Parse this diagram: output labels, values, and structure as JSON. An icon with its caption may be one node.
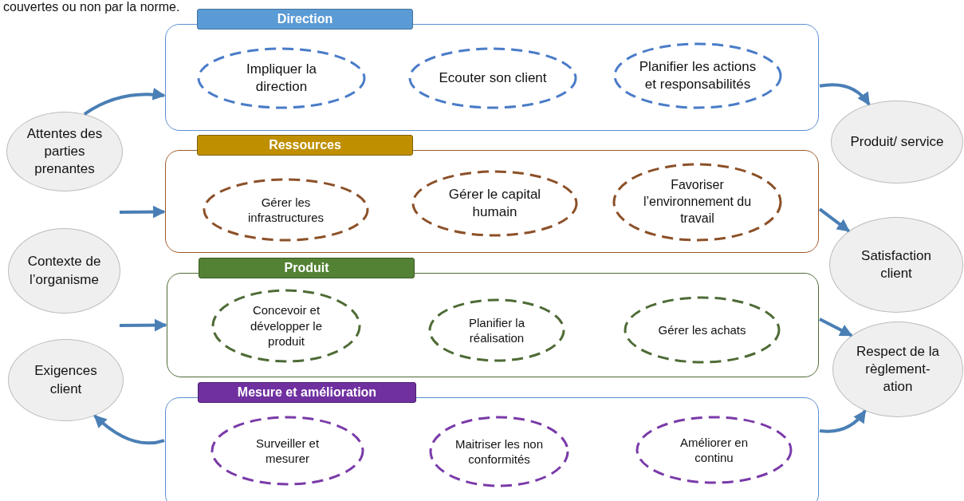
{
  "diagram": {
    "nodes": [
      {
        "text": [
          "Direction"
        ]
      },
      {
        "text": [
          "Impliquer la direction"
        ],
        "in": 0
      },
      {
        "text": [
          "Ecouter son client"
        ],
        "in": 0
      },
      {
        "text": [
          "Planifier les actions et responsabilités"
        ],
        "in": 0
      },
      {
        "text": [
          "Ressources"
        ]
      },
      {
        "text": [
          "Gérer les infrastructures"
        ],
        "in": 4
      },
      {
        "text": [
          "Gérer le capital humain"
        ],
        "in": 4
      },
      {
        "text": [
          "Favoriser l’environnement du travail"
        ],
        "in": 4
      },
      {
        "text": [
          "Produit"
        ]
      },
      {
        "text": [
          "Concevoir et développer le produit"
        ],
        "in": 8
      },
      {
        "text": [
          "Planifier la réalisation"
        ],
        "in": 8
      },
      {
        "text": [
          "Gérer les achats"
        ],
        "in": 8
      },
      {
        "text": [
          "Mesure et amélioration"
        ]
      },
      {
        "text": [
          "Surveiller et mesurer"
        ],
        "in": 12
      },
      {
        "text": [
          "Maitriser les non conformités"
        ],
        "in": 12
      },
      {
        "text": [
          "Améliorer en continu"
        ],
        "in": 12
      },
      {
        "text": [
          "Attentes des parties prenantes"
        ]
      },
      {
        "text": [
          "Contexte de l’organisme"
        ]
      },
      {
        "text": [
          "Exigences client"
        ]
      },
      {
        "text": [
          "Produit/ service"
        ]
      },
      {
        "text": [
          "Satisfaction client"
        ]
      },
      {
        "text": [
          "Respect de la règlement- ation"
        ]
      }
    ],
    "edges": [
      {
        "from": 16,
        "to": 0,
        "arrow": "to"
      },
      {
        "from": null,
        "to": 4,
        "arrow": "to"
      },
      {
        "from": null,
        "to": 8,
        "arrow": "to"
      },
      {
        "from": 12,
        "to": 18,
        "arrow": "to"
      },
      {
        "from": 0,
        "to": 19,
        "arrow": "to"
      },
      {
        "from": 4,
        "to": 20,
        "arrow": "to"
      },
      {
        "from": 8,
        "to": 21,
        "arrow": "to"
      },
      {
        "from": 12,
        "to": 21,
        "arrow": "to"
      }
    ],
    "labels": [
      "couvertes ou non par la norme."
    ]
  }
}
